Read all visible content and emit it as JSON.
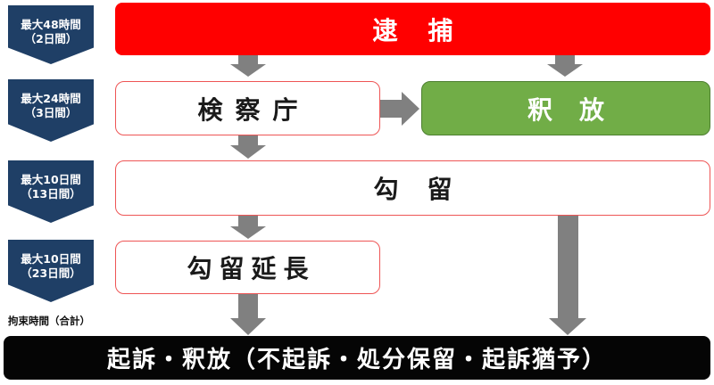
{
  "colors": {
    "red": "#ff0000",
    "green": "#71ad47",
    "navy": "#1f3f66",
    "arrow": "#808080",
    "black": "#050505"
  },
  "stages": [
    {
      "line1": "最大48時間",
      "line2": "（2日間）"
    },
    {
      "line1": "最大24時間",
      "line2": "（3日間）"
    },
    {
      "line1": "最大10日間",
      "line2": "（13日間）"
    },
    {
      "line1": "最大10日間",
      "line2": "（23日間）"
    }
  ],
  "total_label": "拘束時間（合計）",
  "boxes": {
    "arrest": "逮捕",
    "prosecutors_office": "検察庁",
    "release": "釈放",
    "detention": "勾留",
    "detention_extension": "勾留延長",
    "outcome": "起訴・釈放（不起訴・処分保留・起訴猶予）"
  }
}
